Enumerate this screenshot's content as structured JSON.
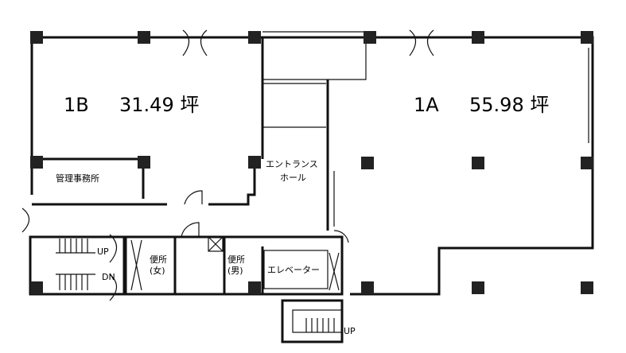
{
  "units": {
    "unit_1b": {
      "name": "1B",
      "area": "31.49 坪"
    },
    "unit_1a": {
      "name": "1A",
      "area": "55.98 坪"
    }
  },
  "rooms": {
    "management_office": "管理事務所",
    "entrance_hall_line1": "エントランス",
    "entrance_hall_line2": "ホール",
    "womens_toilet_line1": "便所",
    "womens_toilet_line2": "(女)",
    "mens_toilet_line1": "便所",
    "mens_toilet_line2": "(男)",
    "elevator": "エレベーター"
  },
  "stairs": {
    "main_up": "UP",
    "main_down": "DN",
    "rear_up": "UP"
  }
}
